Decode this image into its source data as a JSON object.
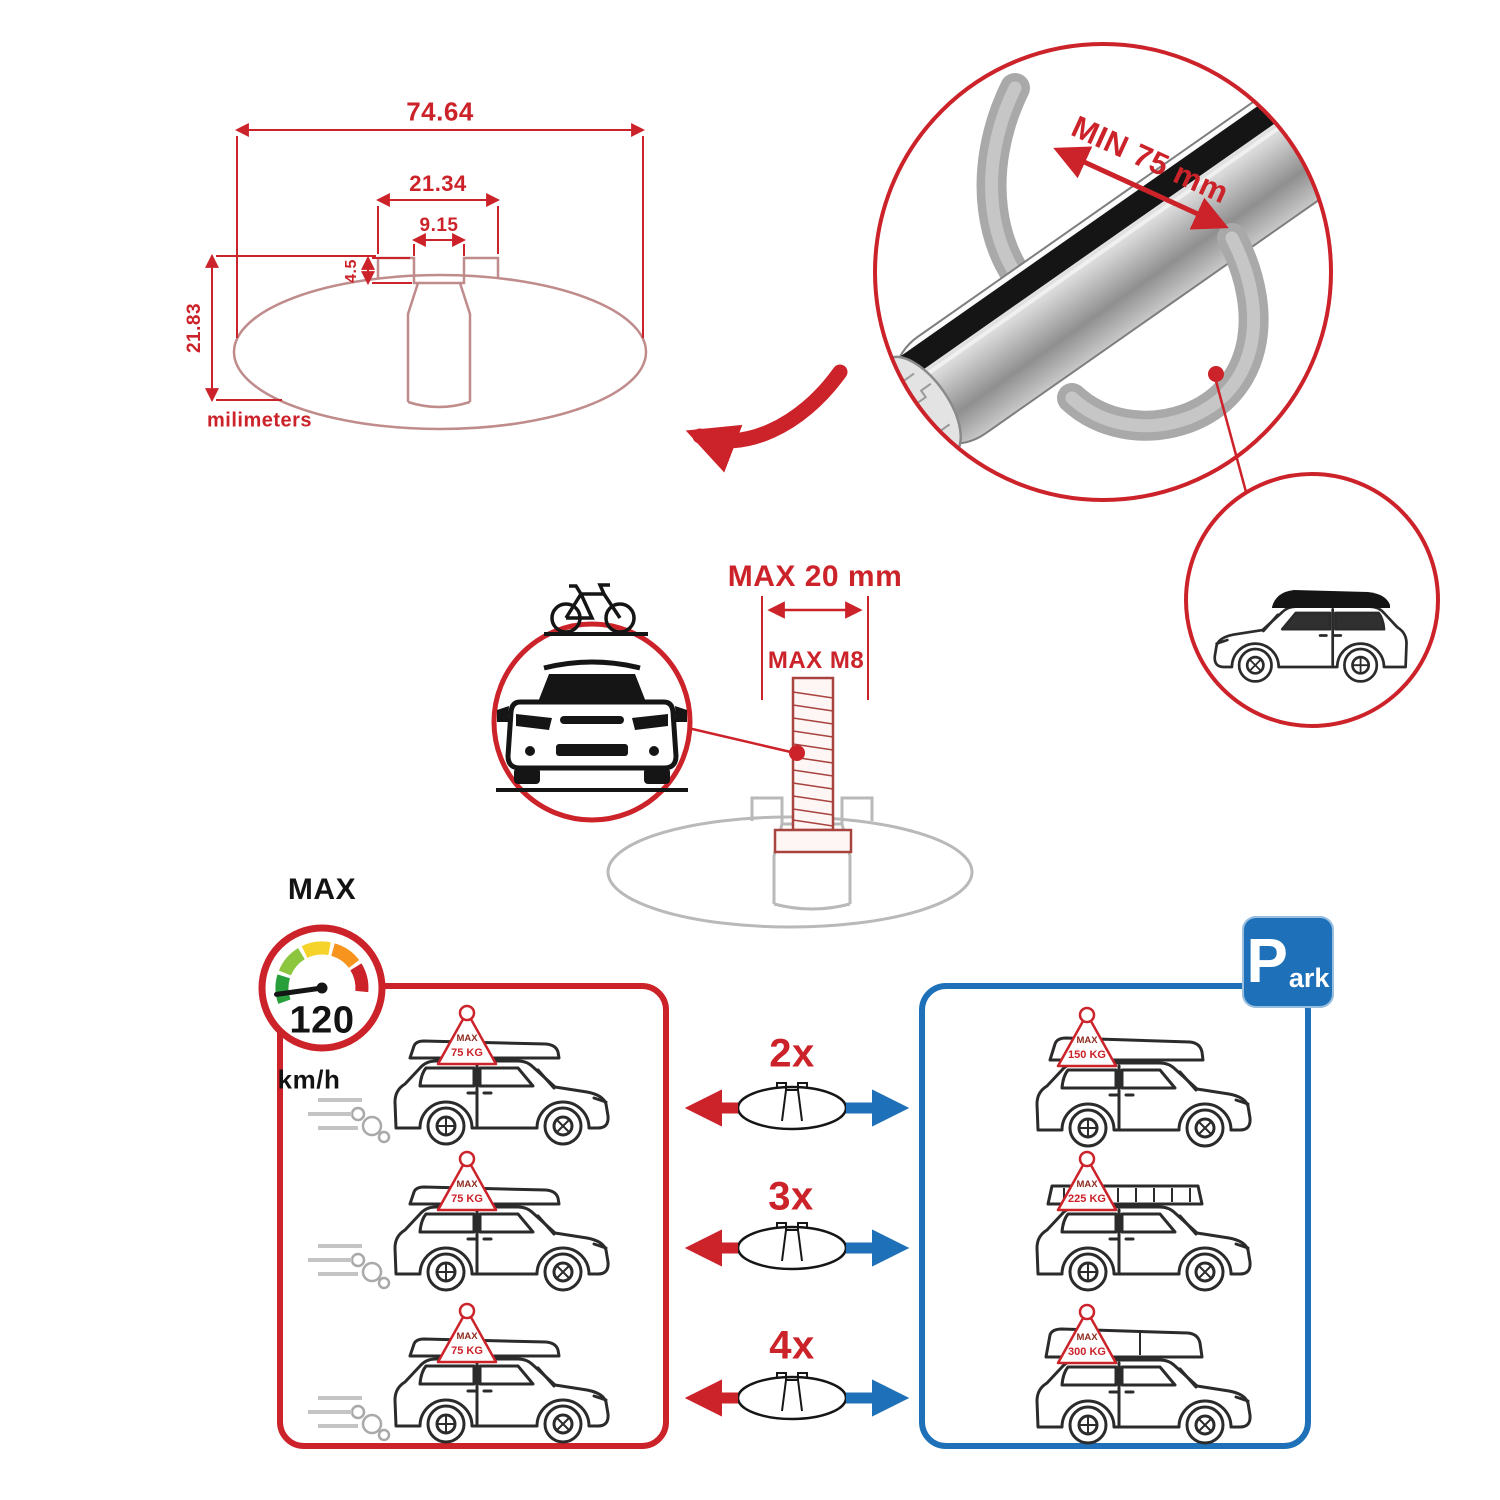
{
  "colors": {
    "red": "#cc2229",
    "blue": "#1e71b8",
    "gray_faded": "#b9b9b9",
    "line_black": "#161616",
    "drawing_rose": "#c08b8b"
  },
  "cross_section_drawing": {
    "total_width_mm": "74.64",
    "channel_outer_width_mm": "21.34",
    "slot_width_mm": "9.15",
    "lip_depth_mm": "4.5",
    "total_height_mm": "21.83",
    "units_label": "milimeters"
  },
  "bar_detail": {
    "min_clamp_span_label": "MIN 75 mm"
  },
  "bolt_detail": {
    "max_width_label": "MAX 20 mm",
    "max_thread_label": "MAX M8"
  },
  "speed_gauge": {
    "title": "MAX",
    "value": "120",
    "units": "km/h"
  },
  "parking_sign": {
    "letter": "P",
    "suffix": "ark"
  },
  "bar_quantity_rows": [
    {
      "label": "2x"
    },
    {
      "label": "3x"
    },
    {
      "label": "4x"
    }
  ],
  "driving_panel": {
    "cars": [
      {
        "max_label": "MAX",
        "load": "75 KG"
      },
      {
        "max_label": "MAX",
        "load": "75 KG"
      },
      {
        "max_label": "MAX",
        "load": "75 KG"
      }
    ]
  },
  "parked_panel": {
    "cars": [
      {
        "max_label": "MAX",
        "load": "150 KG"
      },
      {
        "max_label": "MAX",
        "load": "225 KG"
      },
      {
        "max_label": "MAX",
        "load": "300 KG"
      }
    ]
  }
}
